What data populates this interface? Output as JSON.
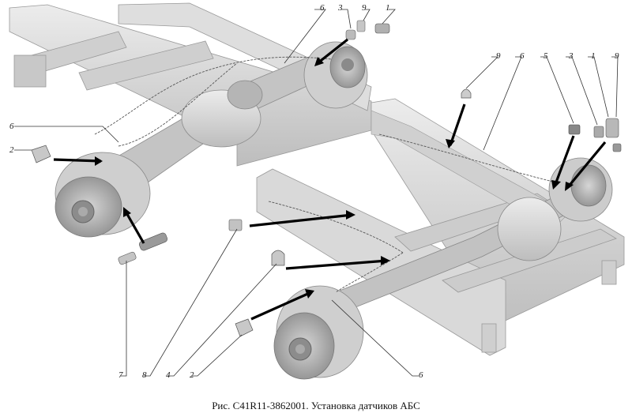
{
  "caption": "Рис. С41R11-3862001. Установка датчиков АБС",
  "callouts": {
    "top_6": "6",
    "top_3": "3",
    "top_9": "9",
    "top_1": "1",
    "mid_9": "9",
    "mid_6": "6",
    "right_5": "5",
    "right_3": "3",
    "right_1": "1",
    "right_9": "9",
    "left_6": "6",
    "left_2": "2",
    "bottom_7": "7",
    "bottom_8": "8",
    "bottom_4": "4",
    "bottom_2": "2",
    "bottom_6": "6"
  },
  "colors": {
    "frame": "#d8d8d8",
    "frame_edge": "#9a9a9a",
    "arrow": "#000000"
  }
}
